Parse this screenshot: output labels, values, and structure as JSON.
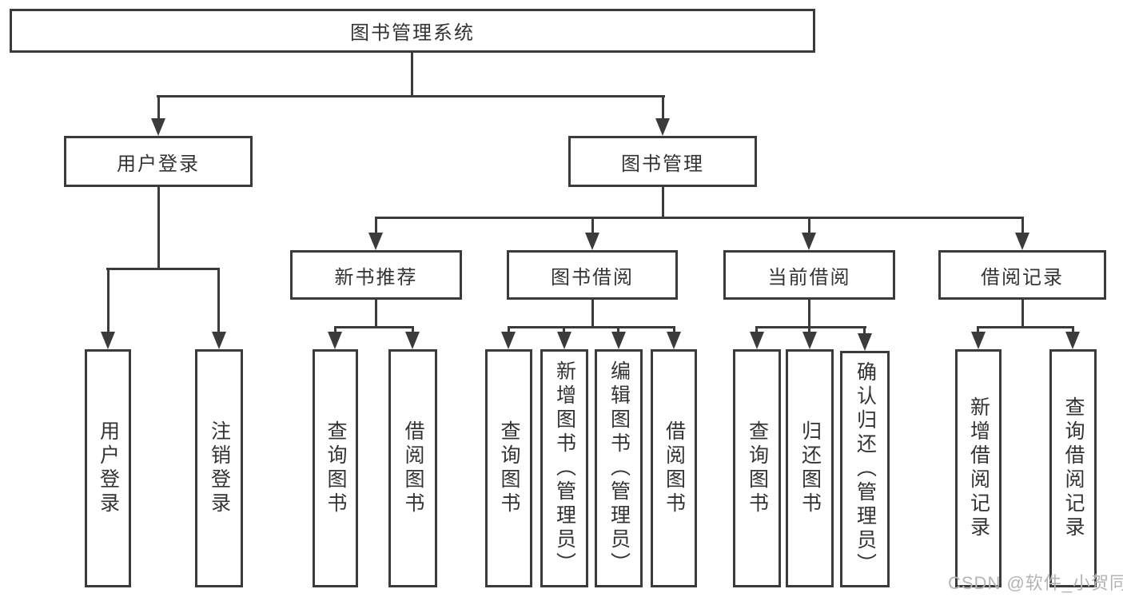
{
  "nodes": {
    "root": "图书管理系统",
    "user_login": "用户登录",
    "book_mgmt": "图书管理",
    "new_book": "新书推荐",
    "book_borrow": "图书借阅",
    "current_borrow": "当前借阅",
    "borrow_records": "借阅记录",
    "leaf_user_login": "用户登录",
    "leaf_logout": "注销登录",
    "leaf_nb_query": "查询图书",
    "leaf_nb_borrow": "借阅图书",
    "leaf_bw_query": "查询图书",
    "leaf_bw_add": "新增图书（管理员）",
    "leaf_bw_edit": "编辑图书（管理员）",
    "leaf_bw_borrow": "借阅图书",
    "leaf_cb_query": "查询图书",
    "leaf_cb_return": "归还图书",
    "leaf_cb_confirm": "确认归还（管理员）",
    "leaf_br_add": "新增借阅记录",
    "leaf_br_query": "查询借阅记录"
  },
  "hierarchy": {
    "图书管理系统": {
      "用户登录": [
        "用户登录",
        "注销登录"
      ],
      "图书管理": {
        "新书推荐": [
          "查询图书",
          "借阅图书"
        ],
        "图书借阅": [
          "查询图书",
          "新增图书（管理员）",
          "编辑图书（管理员）",
          "借阅图书"
        ],
        "当前借阅": [
          "查询图书",
          "归还图书",
          "确认归还（管理员）"
        ],
        "借阅记录": [
          "新增借阅记录",
          "查询借阅记录"
        ]
      }
    }
  },
  "watermark": "CSDN @软件_小贺同学",
  "colors": {
    "line": "#3b3b3b",
    "text": "#333333",
    "watermark": "#b4b4b4",
    "background": "#ffffff"
  }
}
